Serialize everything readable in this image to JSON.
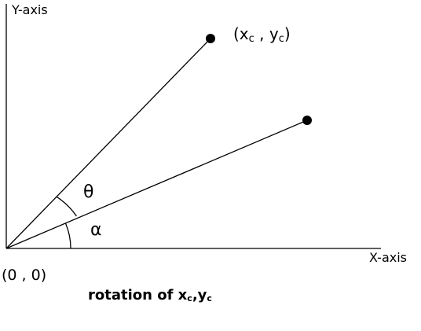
{
  "labels": {
    "y_axis": "Y-axis",
    "x_axis": "X-axis",
    "origin": "(0 , 0)",
    "point_c_open": "(x",
    "point_c_x_sub": "c",
    "point_c_sep": " , y",
    "point_c_y_sub": "c",
    "point_c_close": ")",
    "theta": "θ",
    "alpha": "α",
    "caption_main": "rotation of x",
    "caption_sub1": "c",
    "caption_mid": ",y",
    "caption_sub2": "c"
  },
  "colors": {
    "ink": "#000000",
    "background": "#ffffff"
  }
}
